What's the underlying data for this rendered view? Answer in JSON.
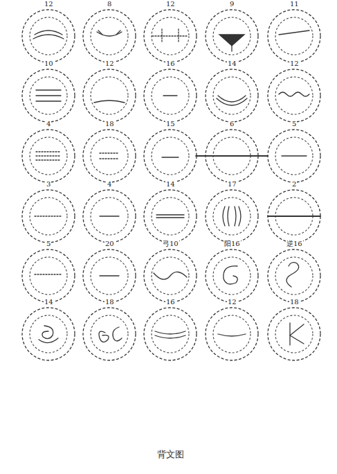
{
  "diagram": {
    "caption": "背文图",
    "labels": [
      "12",
      "8",
      "12",
      "9",
      "11",
      "10",
      "12",
      "16",
      "14",
      "12",
      "4",
      "18",
      "15",
      "6",
      "5",
      "3",
      "4",
      "14",
      "17",
      "2",
      "5",
      "20",
      "弓10",
      "阳16",
      "逆16",
      "14",
      "18",
      "16",
      "12",
      "18"
    ]
  }
}
